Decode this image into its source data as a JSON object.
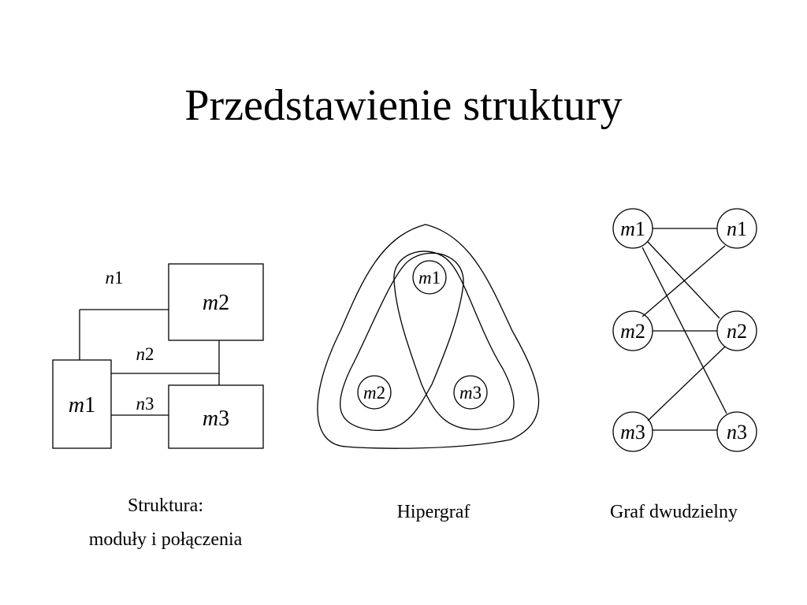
{
  "title": "Przedstawienie struktury",
  "structure": {
    "modules": [
      {
        "letter": "m",
        "index": "1"
      },
      {
        "letter": "m",
        "index": "2"
      },
      {
        "letter": "m",
        "index": "3"
      }
    ],
    "nets": [
      {
        "letter": "n",
        "index": "1"
      },
      {
        "letter": "n",
        "index": "2"
      },
      {
        "letter": "n",
        "index": "3"
      }
    ],
    "caption_line1": "Struktura:",
    "caption_line2": "moduły i połączenia"
  },
  "hypergraph": {
    "nodes": [
      {
        "letter": "m",
        "index": "1"
      },
      {
        "letter": "m",
        "index": "2"
      },
      {
        "letter": "m",
        "index": "3"
      }
    ],
    "caption": "Hipergraf"
  },
  "bipartite": {
    "left_nodes": [
      {
        "letter": "m",
        "index": "1"
      },
      {
        "letter": "m",
        "index": "2"
      },
      {
        "letter": "m",
        "index": "3"
      }
    ],
    "right_nodes": [
      {
        "letter": "n",
        "index": "1"
      },
      {
        "letter": "n",
        "index": "2"
      },
      {
        "letter": "n",
        "index": "3"
      }
    ],
    "caption": "Graf dwudzielny"
  }
}
